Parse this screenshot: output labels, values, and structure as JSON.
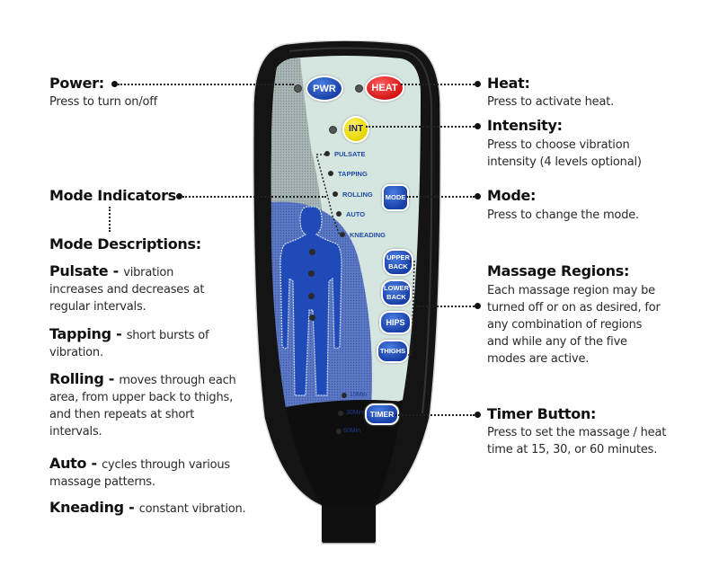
{
  "left": {
    "power": {
      "title": "Power:",
      "desc": "Press to turn on/off"
    },
    "mode_indicators": {
      "title": "Mode Indicators"
    },
    "mode_descriptions": {
      "title": "Mode Descriptions:",
      "items": [
        {
          "name": "Pulsate",
          "sep": " - ",
          "desc": "vibration increases and decreases at regular intervals."
        },
        {
          "name": "Tapping",
          "sep": " - ",
          "desc": "short bursts of vibration."
        },
        {
          "name": "Rolling",
          "sep": " - ",
          "desc": "moves through each area, from upper back to thighs, and then repeats at short intervals."
        },
        {
          "name": "Auto",
          "sep": " - ",
          "desc": "cycles through various massage patterns."
        },
        {
          "name": "Kneading",
          "sep": " - ",
          "desc": "constant vibration."
        }
      ]
    }
  },
  "right": {
    "heat": {
      "title": "Heat:",
      "desc": "Press to activate heat."
    },
    "intensity": {
      "title": "Intensity:",
      "desc": "Press to choose vibration intensity (4 levels optional)"
    },
    "mode": {
      "title": "Mode:",
      "desc": "Press to change the mode."
    },
    "regions": {
      "title": "Massage Regions:",
      "desc": "Each massage region may be turned off or on as desired, for any combination of regions and while any of the five modes are active."
    },
    "timer": {
      "title": "Timer Button:",
      "desc": "Press to set the massage / heat time at 15, 30, or 60 minutes."
    }
  },
  "remote": {
    "buttons": {
      "pwr": "PWR",
      "heat": "HEAT",
      "int": "INT",
      "mode": "MODE",
      "upper_back": "UPPER BACK",
      "lower_back": "LOWER BACK",
      "hips": "HIPS",
      "thighs": "THIGHS",
      "timer": "TIMER"
    },
    "mode_labels": [
      "PULSATE",
      "TAPPING",
      "ROLLING",
      "AUTO",
      "KNEADING"
    ],
    "timer_labels": [
      "15Min",
      "30Min",
      "60Min"
    ],
    "colors": {
      "blue": "#1f4aa8",
      "red": "#d21616",
      "yellow": "#f2e21a",
      "panel": "#d6e6e0",
      "body": "#151515"
    }
  }
}
